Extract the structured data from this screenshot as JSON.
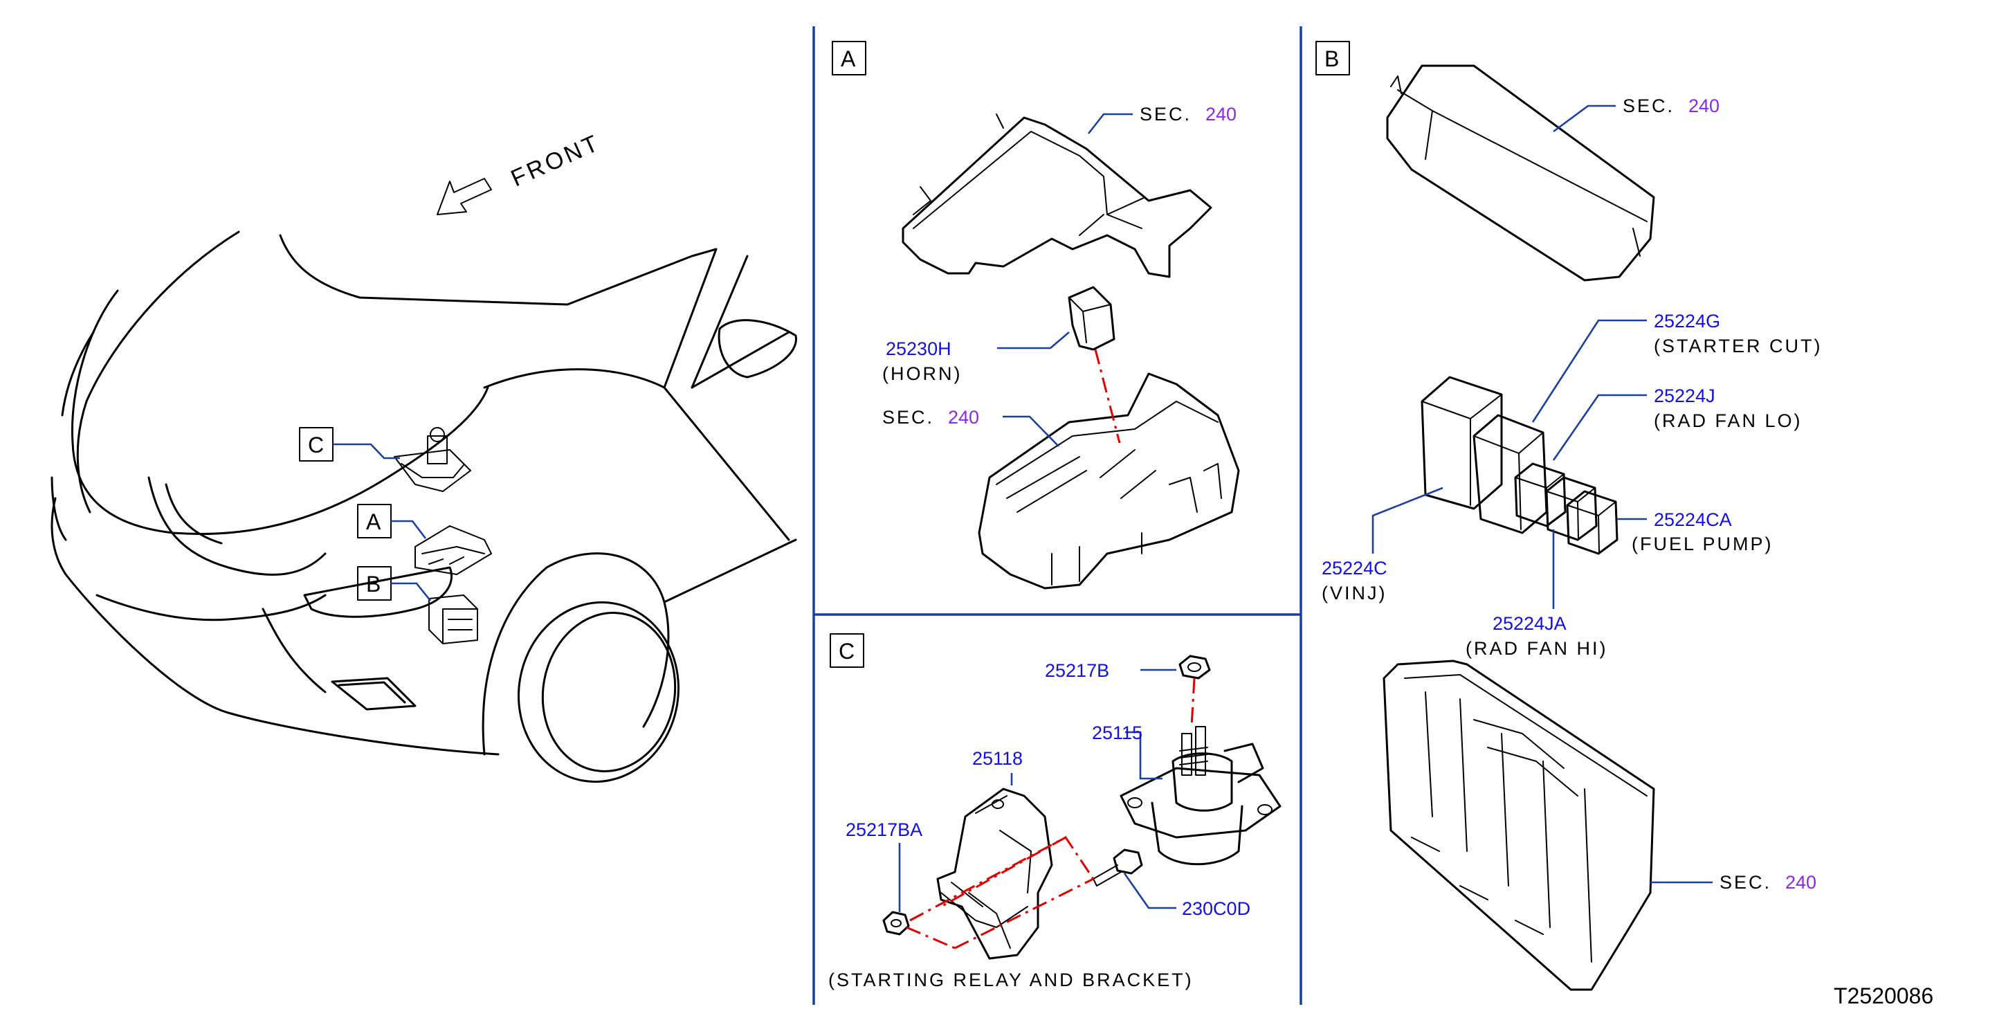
{
  "labels": {
    "front": "FRONT",
    "view_a": "A",
    "view_b": "B",
    "view_c": "C",
    "sec": "SEC.",
    "sec_num": "240",
    "p_25230H": "25230H",
    "p_horn": "(HORN)",
    "p_25224G": "25224G",
    "p_starter_cut": "(STARTER CUT)",
    "p_25224J": "25224J",
    "p_rad_fan_lo": "(RAD FAN LO)",
    "p_25224CA": "25224CA",
    "p_fuel_pump": "(FUEL PUMP)",
    "p_25224C": "25224C",
    "p_vinj": "(VINJ)",
    "p_25224JA": "25224JA",
    "p_rad_fan_hi": "(RAD FAN HI)",
    "p_25217B": "25217B",
    "p_25115": "25115",
    "p_25118": "25118",
    "p_25217BA": "25217BA",
    "p_230C0D": "230C0D",
    "caption_c": "(STARTING RELAY AND BRACKET)",
    "drawing_no": "T2520086"
  },
  "colors": {
    "part_number": "#1010e0",
    "section_ref": "#8a2be2",
    "leader": "#1b3f9e",
    "assembly_line": "#e00000"
  }
}
